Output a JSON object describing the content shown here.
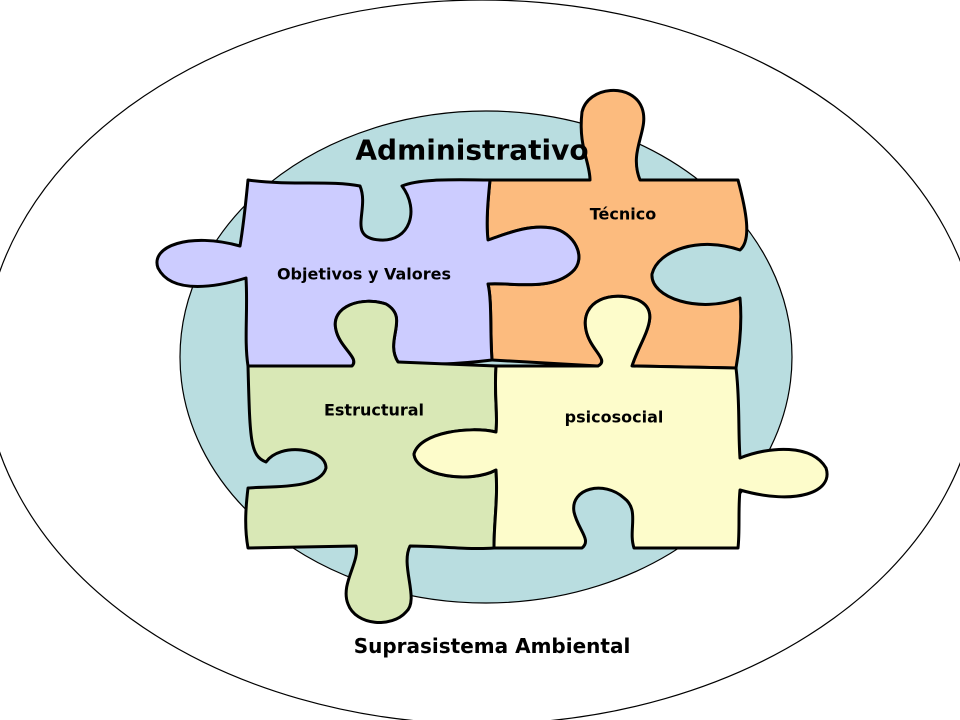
{
  "labels": {
    "administrativo": "Administrativo",
    "tecnico": "Técnico",
    "objetivos": "Objetivos y Valores",
    "estructural": "Estructural",
    "psicosocial": "psicosocial",
    "suprasistema": "Suprasistema Ambiental"
  },
  "colors": {
    "inner_circle": "#b9dde0",
    "objetivos_piece": "#ccccff",
    "tecnico_piece": "#fcbb7e",
    "estructural_piece": "#d9e8b6",
    "psicosocial_piece": "#fdfccb",
    "outline": "#000000"
  }
}
